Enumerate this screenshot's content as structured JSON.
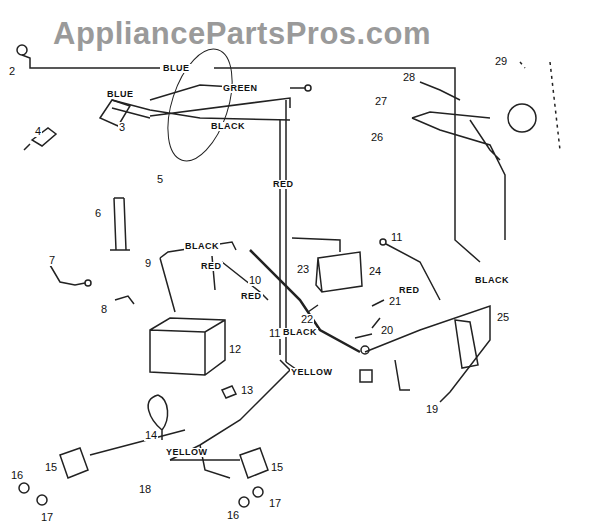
{
  "diagram": {
    "labels": [
      "AppliancePartsPros.com",
      "BLUE",
      "BLUE",
      "GREEN",
      "BLACK",
      "RED",
      "BLACK",
      "RED",
      "RED",
      "BLACK",
      "YELLOW",
      "YELLOW",
      "RED",
      "BLACK",
      "2",
      "3",
      "4",
      "5",
      "6",
      "7",
      "8",
      "9",
      "10",
      "11",
      "11",
      "12",
      "13",
      "14",
      "15",
      "15",
      "16",
      "16",
      "17",
      "17",
      "18",
      "19",
      "20",
      "21",
      "22",
      "23",
      "24",
      "25",
      "26",
      "27",
      "28",
      "29"
    ]
  }
}
